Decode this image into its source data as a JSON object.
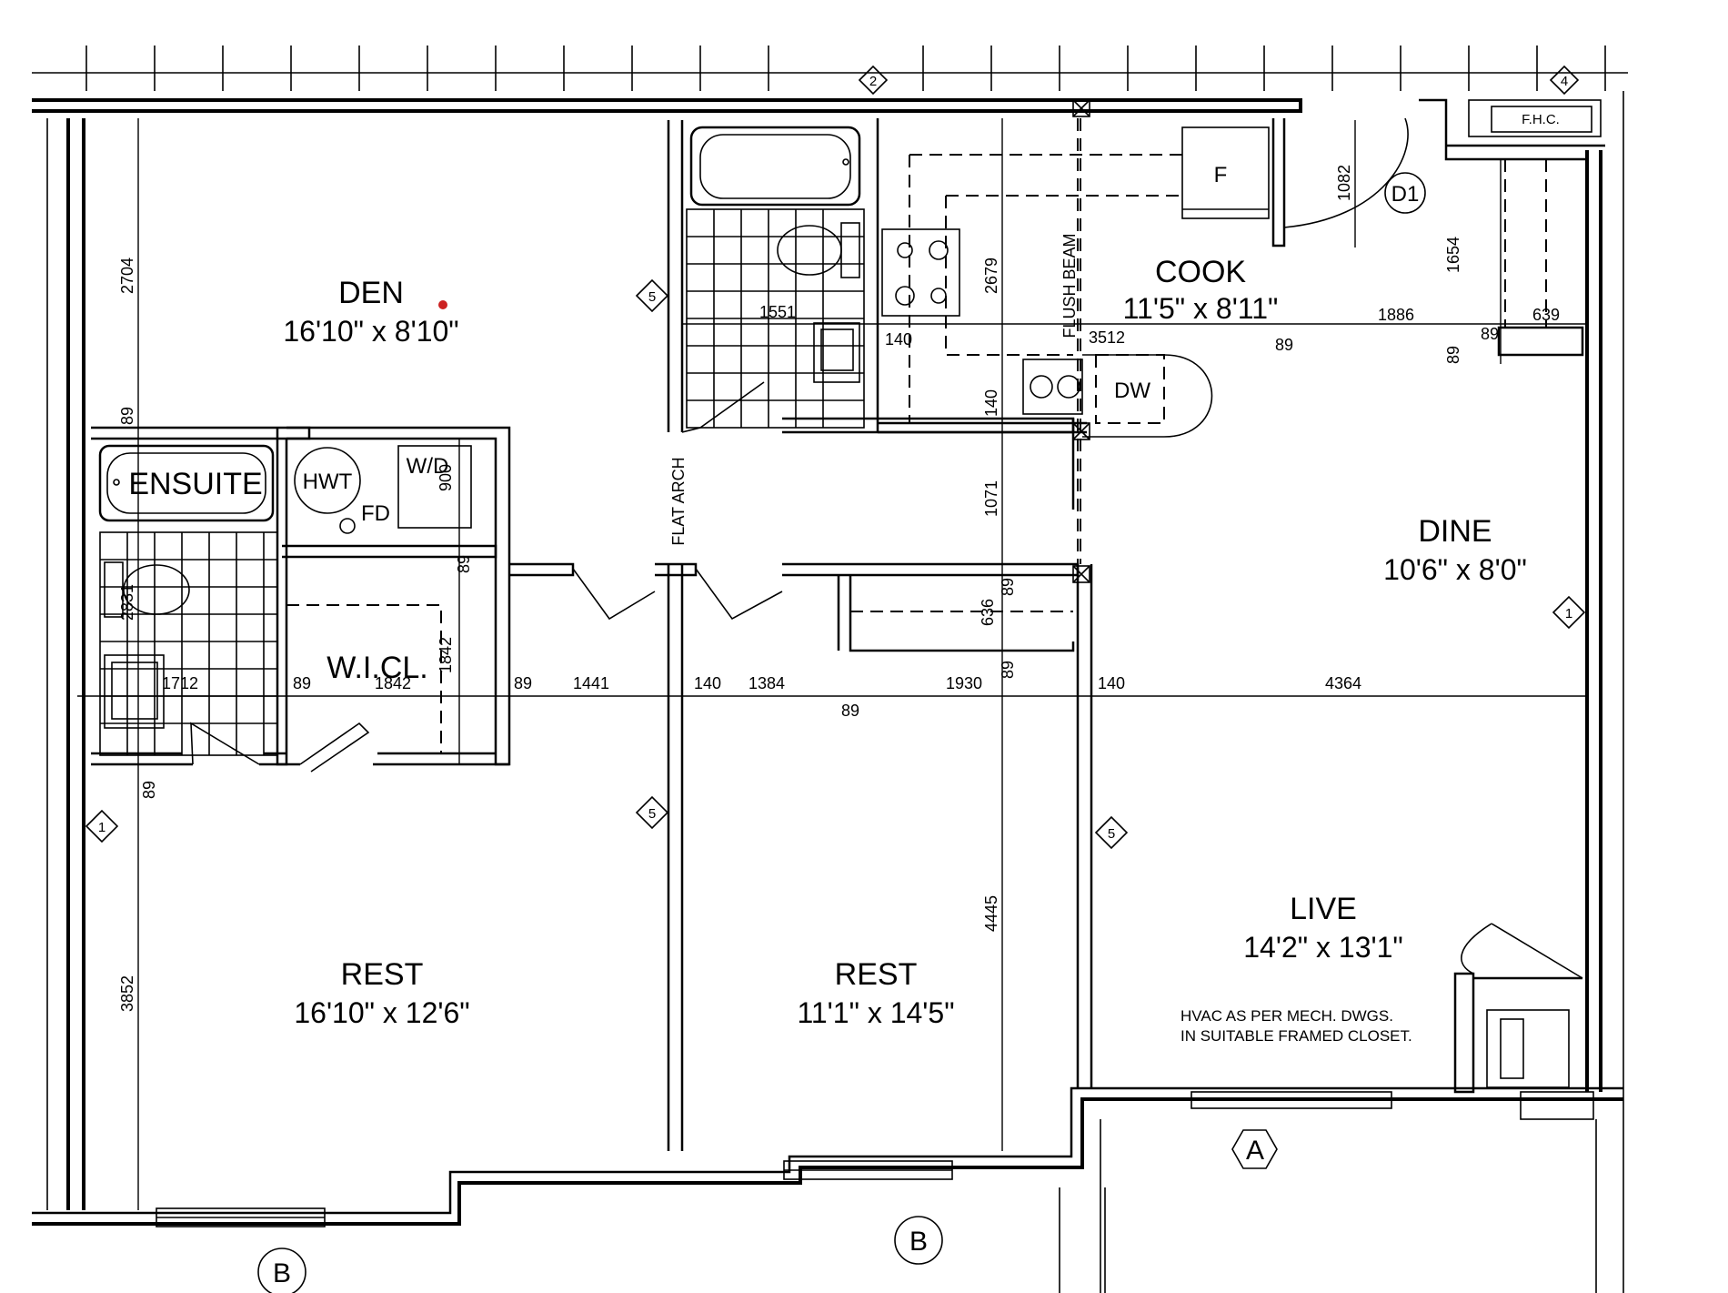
{
  "rooms": {
    "den": {
      "name": "DEN",
      "size": "16'10\" x 8'10\""
    },
    "cook": {
      "name": "COOK",
      "size": "11'5\" x 8'11\""
    },
    "dine": {
      "name": "DINE",
      "size": "10'6\" x 8'0\""
    },
    "live": {
      "name": "LIVE",
      "size": "14'2\" x 13'1\""
    },
    "rest_left": {
      "name": "REST",
      "size": "16'10\" x 12'6\""
    },
    "rest_mid": {
      "name": "REST",
      "size": "11'1\" x 14'5\""
    },
    "ensuite": {
      "name": "ENSUITE"
    },
    "wicl": {
      "name": "W.I.CL."
    }
  },
  "fixtures": {
    "hwt": "HWT",
    "wd": "W/D",
    "fd": "FD",
    "fridge": "F",
    "dishwasher": "DW",
    "fhc": "F.H.C.",
    "door_d1": "D1"
  },
  "labels": {
    "flush_beam": "FLUSH BEAM",
    "flat_arch": "FLAT ARCH",
    "hvac_line1": "HVAC AS PER MECH. DWGS.",
    "hvac_line2": "IN SUITABLE FRAMED CLOSET."
  },
  "dimensions": {
    "d2704": "2704",
    "d89a": "89",
    "d1551": "1551",
    "d140a": "140",
    "d2679": "2679",
    "d3512": "3512",
    "d89b": "89",
    "d1886": "1886",
    "d89c": "89",
    "d639": "639",
    "d1082": "1082",
    "d1654": "1654",
    "d89d": "89",
    "d140b": "140",
    "d1071": "1071",
    "d900": "900",
    "d89e": "89",
    "d2831": "2831",
    "d1842v": "1842",
    "d636": "636",
    "d89f": "89",
    "d89g": "89",
    "d1712": "1712",
    "d89h": "89",
    "d1842h": "1842",
    "d89i": "89",
    "d1441": "1441",
    "d140c": "140",
    "d1384": "1384",
    "d89j": "89",
    "d1930": "1930",
    "d140d": "140",
    "d4364": "4364",
    "d89k": "89",
    "d3852": "3852",
    "d4445": "4445"
  },
  "gridlines": {
    "g2": "2",
    "g4": "4",
    "g5a": "5",
    "g5b": "5",
    "g5c": "5",
    "g1a": "1",
    "g1b": "1",
    "gA": "A",
    "gB1": "B",
    "gB2": "B"
  }
}
